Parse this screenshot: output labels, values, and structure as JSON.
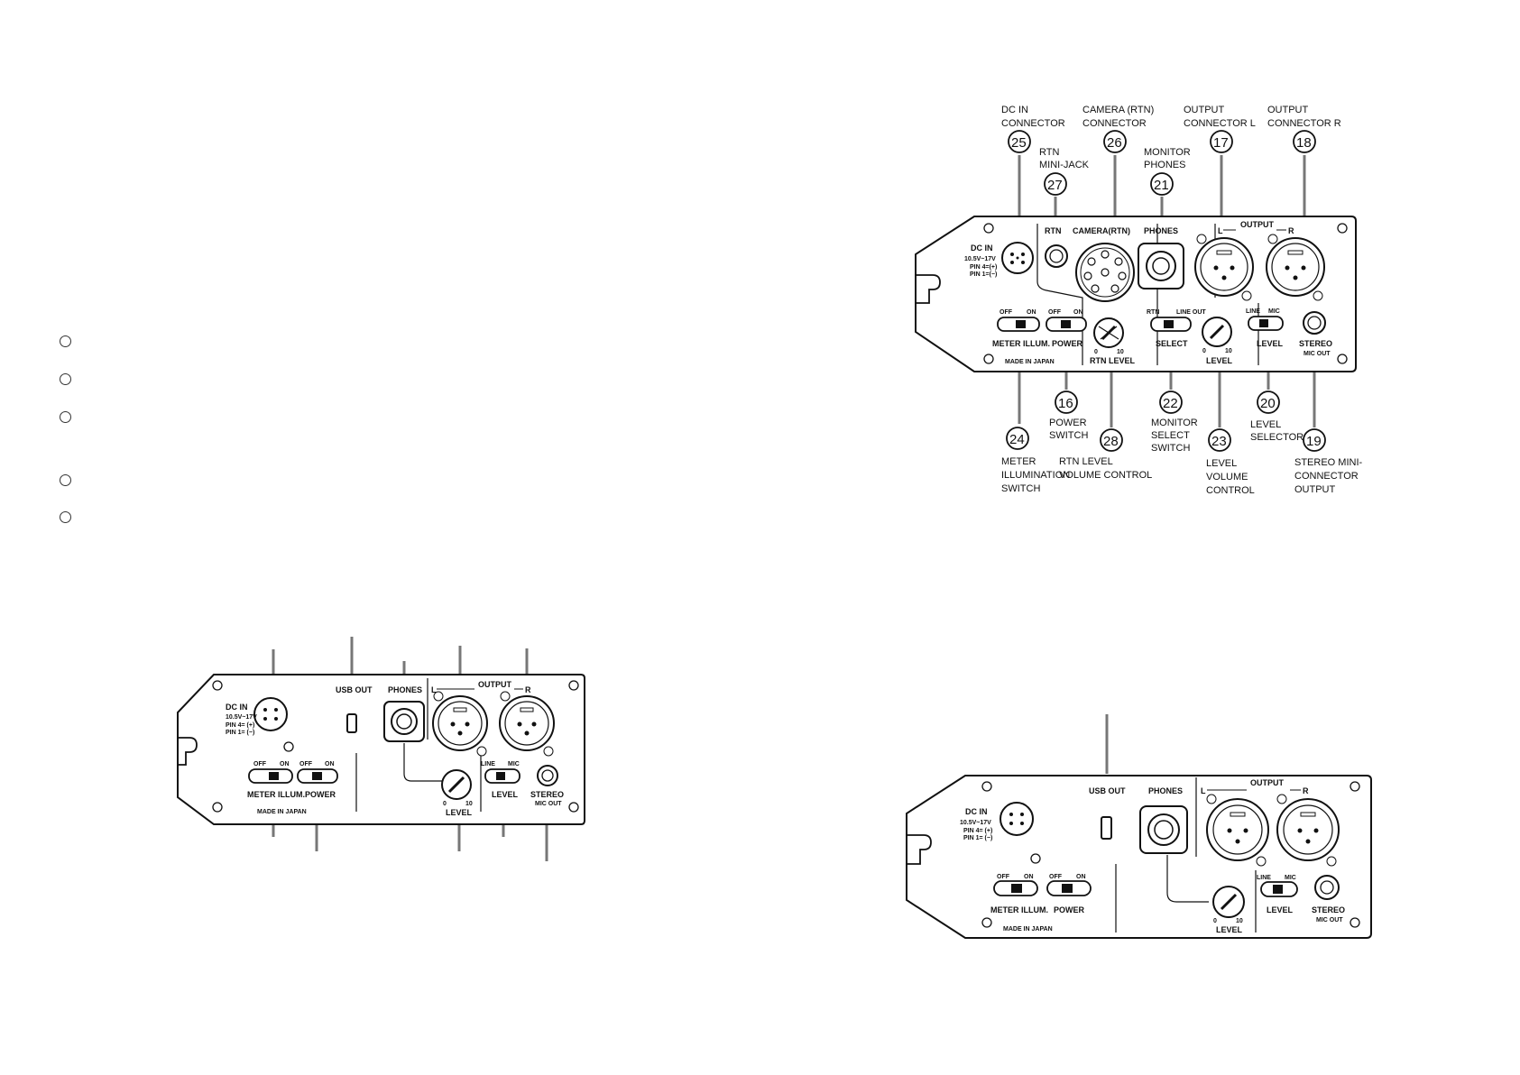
{
  "left_panel": {
    "bullet_count": 5,
    "labels": {
      "dc_in": "DC IN",
      "dc_spec_1": "10.5V~17V",
      "dc_spec_2": "PIN 4= (+)",
      "dc_spec_3": "PIN 1= (−)",
      "usb_out": "USB OUT",
      "phones": "PHONES",
      "output": "OUTPUT",
      "l": "L",
      "r": "R",
      "off1": "OFF",
      "on1": "ON",
      "off2": "OFF",
      "on2": "ON",
      "meter_illum": "METER ILLUM.",
      "power": "POWER",
      "made_in_japan": "MADE IN JAPAN",
      "line": "LINE",
      "mic": "MIC",
      "level_sel": "LEVEL",
      "level": "LEVEL",
      "scale_0": "0",
      "scale_10": "10",
      "stereo": "STEREO",
      "mic_out": "MIC OUT"
    }
  },
  "top_right_panel": {
    "labels": {
      "dc_in": "DC IN",
      "dc_spec_1": "10.5V~17V",
      "dc_spec_2": "PIN 4=(+)",
      "dc_spec_3": "PIN 1=(−)",
      "rtn": "RTN",
      "camera_rtn": "CAMERA(RTN)",
      "phones": "PHONES",
      "output": "OUTPUT",
      "l": "L",
      "r": "R",
      "off1": "OFF",
      "on1": "ON",
      "off2": "OFF",
      "on2": "ON",
      "meter_illum": "METER ILLUM.",
      "power": "POWER",
      "made_in_japan": "MADE IN JAPAN",
      "rtn_level": "RTN LEVEL",
      "rtn_sw": "RTN",
      "line_out": "LINE OUT",
      "select": "SELECT",
      "level": "LEVEL",
      "line": "LINE",
      "mic": "MIC",
      "level_sel": "LEVEL",
      "stereo": "STEREO",
      "mic_out": "MIC OUT",
      "scale_0": "0",
      "scale_10": "10"
    },
    "callouts": [
      {
        "number": "25",
        "lines": [
          "DC IN",
          "CONNECTOR"
        ]
      },
      {
        "number": "27",
        "lines": [
          "RTN",
          "MINI-JACK"
        ]
      },
      {
        "number": "26",
        "lines": [
          "CAMERA (RTN)",
          "CONNECTOR"
        ]
      },
      {
        "number": "21",
        "lines": [
          "MONITOR",
          "PHONES"
        ]
      },
      {
        "number": "17",
        "lines": [
          "OUTPUT",
          "CONNECTOR L"
        ]
      },
      {
        "number": "18",
        "lines": [
          "OUTPUT",
          "CONNECTOR R"
        ]
      },
      {
        "number": "24",
        "lines": [
          "METER",
          "ILLUMINATION",
          "SWITCH"
        ]
      },
      {
        "number": "16",
        "lines": [
          "POWER",
          "SWITCH"
        ]
      },
      {
        "number": "28",
        "lines": [
          "RTN LEVEL",
          "VOLUME CONTROL"
        ]
      },
      {
        "number": "22",
        "lines": [
          "MONITOR",
          "SELECT",
          "SWITCH"
        ]
      },
      {
        "number": "23",
        "lines": [
          "LEVEL",
          "VOLUME",
          "CONTROL"
        ]
      },
      {
        "number": "20",
        "lines": [
          "LEVEL",
          "SELECTOR"
        ]
      },
      {
        "number": "19",
        "lines": [
          "STEREO MINI-",
          "CONNECTOR",
          "OUTPUT"
        ]
      }
    ]
  },
  "bottom_right_panel": {
    "labels": {
      "dc_in": "DC IN",
      "dc_spec_1": "10.5V~17V",
      "dc_spec_2": "PIN 4= (+)",
      "dc_spec_3": "PIN 1= (−)",
      "usb_out": "USB OUT",
      "phones": "PHONES",
      "output": "OUTPUT",
      "l": "L",
      "r": "R",
      "off1": "OFF",
      "on1": "ON",
      "off2": "OFF",
      "on2": "ON",
      "meter_illum": "METER ILLUM.",
      "power": "POWER",
      "made_in_japan": "MADE IN JAPAN",
      "line": "LINE",
      "mic": "MIC",
      "level_sel": "LEVEL",
      "level": "LEVEL",
      "scale_0": "0",
      "scale_10": "10",
      "stereo": "STEREO",
      "mic_out": "MIC OUT"
    }
  }
}
